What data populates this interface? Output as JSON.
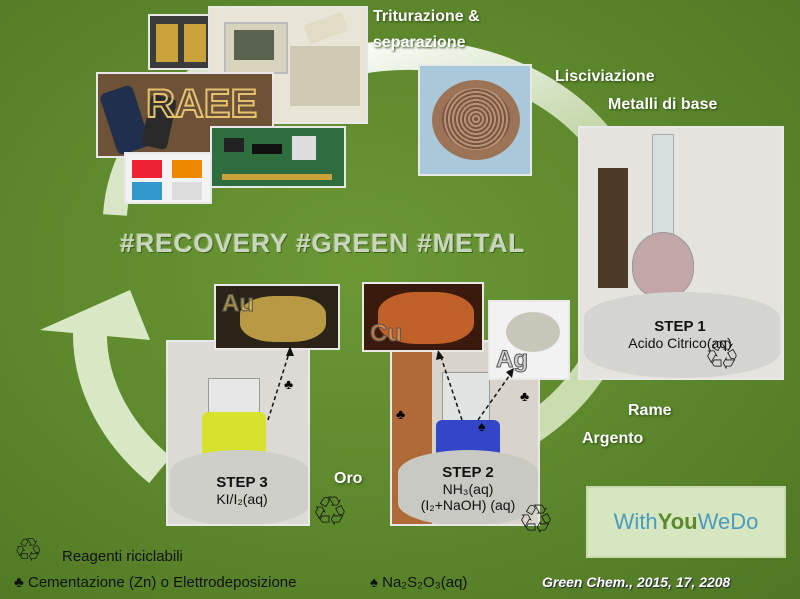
{
  "labels": {
    "trituration": "Triturazione &",
    "separation": "separazione",
    "leaching": "Lisciviazione",
    "base_metals": "Metalli di base",
    "headline": "#RECOVERY #GREEN #METAL",
    "copper": "Rame",
    "silver": "Argento",
    "gold": "Oro"
  },
  "raee_label": "RAEE",
  "steps": [
    {
      "title": "STEP 1",
      "reagent": "Acido Citrico(aq)"
    },
    {
      "title": "STEP 2",
      "reagent_line1": "NH₃(aq)",
      "reagent_line2": "(I₂+NaOH) (aq)"
    },
    {
      "title": "STEP 3",
      "reagent": "KI/I₂(aq)"
    }
  ],
  "metals": {
    "gold": "Au",
    "copper": "Cu",
    "silver": "Ag"
  },
  "brand": {
    "with": "With",
    "you": "You",
    "we": "We",
    "do": "Do"
  },
  "legend": {
    "recyclable": "Reagenti riciclabili",
    "cementation": "♣ Cementazione (Zn) o Elettrodeposizione",
    "thiosulfate": "♠ Na₂S₂O₃(aq)"
  },
  "reference": "Green Chem., 2015, 17, 2208",
  "icons": [
    "recycle-icon",
    "club-icon",
    "spade-icon"
  ]
}
